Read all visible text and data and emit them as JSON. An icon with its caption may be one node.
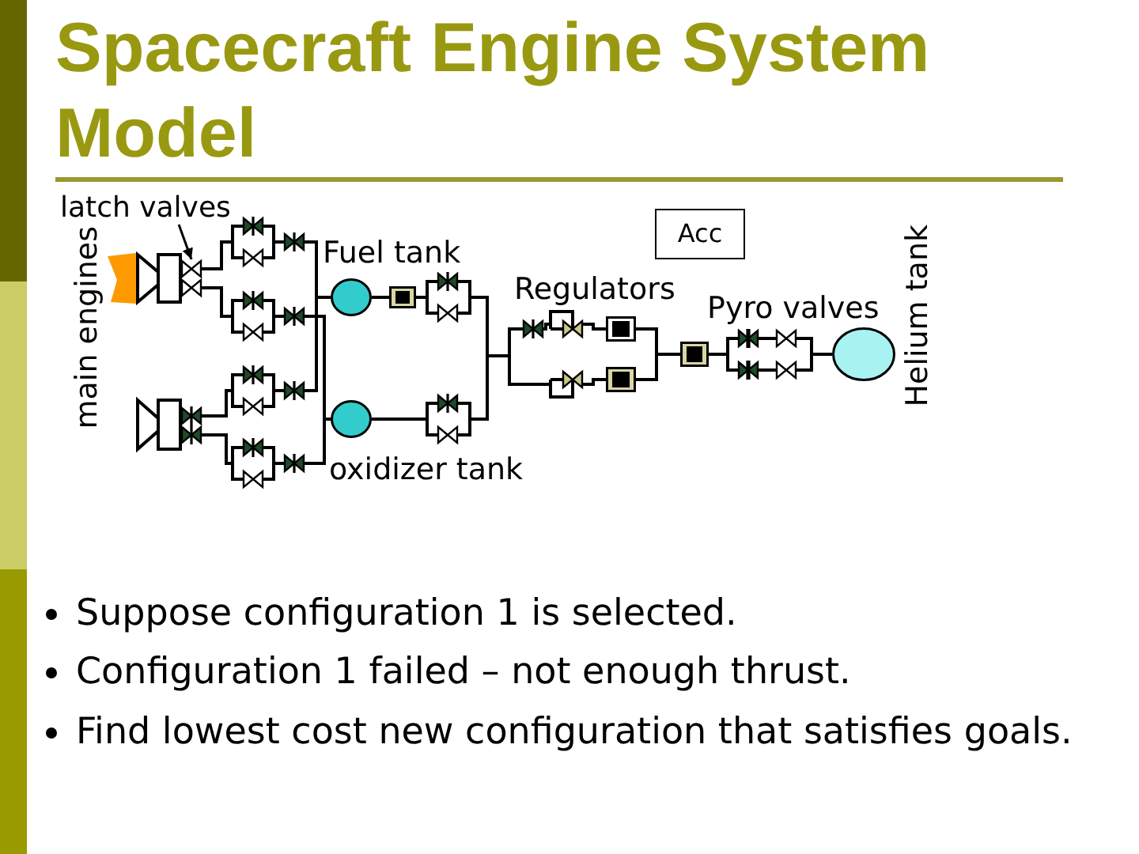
{
  "diagram": {
    "title": "Spacecraft Engine System Model",
    "nodes": [
      {
        "text": [
          "latch valves"
        ]
      },
      {
        "text": [
          "Acc"
        ]
      },
      {
        "text": [],
        "shape": "nozzle"
      },
      {
        "text": [],
        "shape": "nozzle"
      },
      {
        "text": [],
        "shape": "valve"
      },
      {
        "text": [],
        "shape": "valve"
      },
      {
        "text": [],
        "shape": "valve"
      },
      {
        "text": [],
        "shape": "valve"
      },
      {
        "text": [],
        "shape": "valve"
      },
      {
        "text": [],
        "shape": "valve"
      },
      {
        "text": [],
        "shape": "valve"
      },
      {
        "text": [],
        "shape": "valve"
      },
      {
        "text": [],
        "shape": "valve"
      },
      {
        "text": [],
        "shape": "valve"
      },
      {
        "text": [],
        "shape": "valve"
      },
      {
        "text": [],
        "shape": "valve"
      },
      {
        "text": [],
        "shape": "valve"
      },
      {
        "text": [],
        "shape": "valve"
      },
      {
        "text": [],
        "shape": "valve"
      },
      {
        "text": [],
        "shape": "valve"
      },
      {
        "text": [],
        "shape": "circle",
        "beside": [
          "Fuel tank"
        ]
      },
      {
        "text": [],
        "shape": "circle",
        "beside": [
          "oxidizer tank"
        ]
      },
      {
        "text": [],
        "shape": "box"
      },
      {
        "text": [],
        "shape": "valve"
      },
      {
        "text": [],
        "shape": "valve"
      },
      {
        "text": [],
        "shape": "valve"
      },
      {
        "text": [],
        "shape": "valve"
      },
      {
        "text": [],
        "shape": "valve"
      },
      {
        "text": [],
        "shape": "valve"
      },
      {
        "text": [],
        "shape": "valve"
      },
      {
        "text": [],
        "shape": "box"
      },
      {
        "text": [],
        "shape": "box"
      },
      {
        "text": [],
        "shape": "box"
      },
      {
        "text": [],
        "shape": "valve"
      },
      {
        "text": [],
        "shape": "valve"
      },
      {
        "text": [],
        "shape": "valve"
      },
      {
        "text": [],
        "shape": "valve"
      },
      {
        "text": [],
        "shape": "circle",
        "beside": [
          "Helium tank"
        ]
      }
    ],
    "edges": [
      {
        "from": 0,
        "to": 4,
        "arrow": "to"
      },
      {
        "from": 4,
        "to": 8,
        "arrow": "none"
      },
      {
        "from": 4,
        "to": 9,
        "arrow": "none"
      },
      {
        "from": 5,
        "to": 10,
        "arrow": "none"
      },
      {
        "from": 5,
        "to": 11,
        "arrow": "none"
      },
      {
        "from": 6,
        "to": 12,
        "arrow": "none"
      },
      {
        "from": 6,
        "to": 13,
        "arrow": "none"
      },
      {
        "from": 7,
        "to": 14,
        "arrow": "none"
      },
      {
        "from": 7,
        "to": 15,
        "arrow": "none"
      },
      {
        "from": 8,
        "to": 16,
        "arrow": "none"
      },
      {
        "from": 9,
        "to": 16,
        "arrow": "none"
      },
      {
        "from": 10,
        "to": 17,
        "arrow": "none"
      },
      {
        "from": 11,
        "to": 17,
        "arrow": "none"
      },
      {
        "from": 12,
        "to": 18,
        "arrow": "none"
      },
      {
        "from": 13,
        "to": 18,
        "arrow": "none"
      },
      {
        "from": 14,
        "to": 19,
        "arrow": "none"
      },
      {
        "from": 15,
        "to": 19,
        "arrow": "none"
      },
      {
        "from": 16,
        "to": 20,
        "arrow": "none"
      },
      {
        "from": 18,
        "to": 20,
        "arrow": "none"
      },
      {
        "from": 17,
        "to": 21,
        "arrow": "none"
      },
      {
        "from": 19,
        "to": 21,
        "arrow": "none"
      },
      {
        "from": 20,
        "to": 22,
        "arrow": "none"
      },
      {
        "from": 22,
        "to": 23,
        "arrow": "none"
      },
      {
        "from": 22,
        "to": 24,
        "arrow": "none"
      },
      {
        "from": 21,
        "to": 25,
        "arrow": "none"
      },
      {
        "from": 21,
        "to": 26,
        "arrow": "none"
      },
      {
        "from": 23,
        "to": 27,
        "arrow": "none"
      },
      {
        "from": 23,
        "to": 29,
        "arrow": "none"
      },
      {
        "from": 24,
        "to": 27,
        "arrow": "none"
      },
      {
        "from": 24,
        "to": 29,
        "arrow": "none"
      },
      {
        "from": 25,
        "to": 27,
        "arrow": "none"
      },
      {
        "from": 25,
        "to": 29,
        "arrow": "none"
      },
      {
        "from": 26,
        "to": 27,
        "arrow": "none"
      },
      {
        "from": 26,
        "to": 29,
        "arrow": "none"
      },
      {
        "from": 27,
        "to": 28,
        "arrow": "none"
      },
      {
        "from": 28,
        "to": 30,
        "arrow": "none"
      },
      {
        "from": 29,
        "to": 31,
        "arrow": "none"
      },
      {
        "from": 30,
        "to": 32,
        "arrow": "none"
      },
      {
        "from": 31,
        "to": 32,
        "arrow": "none"
      },
      {
        "from": 32,
        "to": 33,
        "arrow": "none"
      },
      {
        "from": 32,
        "to": 35,
        "arrow": "none"
      },
      {
        "from": 33,
        "to": 34,
        "arrow": "none"
      },
      {
        "from": 35,
        "to": 36,
        "arrow": "none"
      },
      {
        "from": 34,
        "to": 37,
        "arrow": "none"
      },
      {
        "from": 36,
        "to": 37,
        "arrow": "none"
      }
    ],
    "labels": [
      "main engines",
      "Regulators",
      "Pyro valves",
      "Suppose configuration 1 is selected.",
      "Configuration 1 failed – not enough thrust.",
      "Find lowest cost new configuration that satisfies goals."
    ]
  }
}
